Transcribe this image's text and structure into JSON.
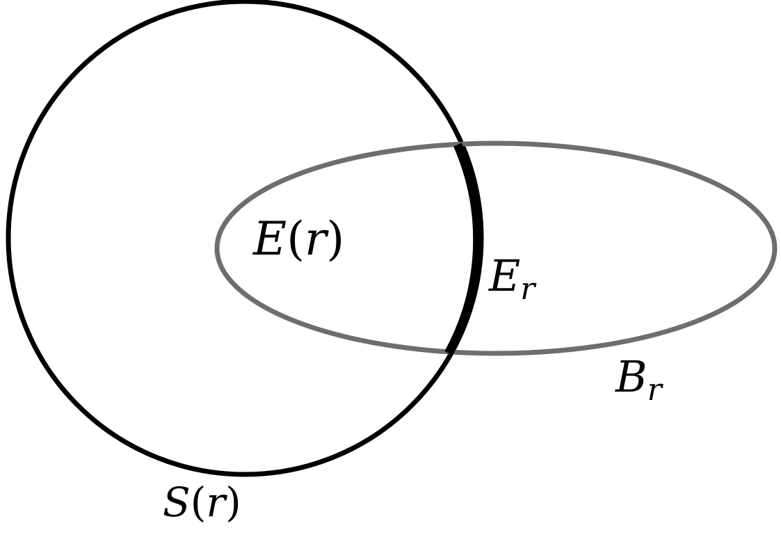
{
  "labels": {
    "inner_region": {
      "main": "E",
      "open": "(",
      "arg": "r",
      "close": ")"
    },
    "boundary_arc": {
      "main": "E",
      "sub": "r"
    },
    "ellipse": {
      "main": "B",
      "sub": "r"
    },
    "circle": {
      "main": "S",
      "open": "(",
      "arg": "r",
      "close": ")"
    }
  },
  "colors": {
    "circle_stroke": "#000000",
    "ellipse_stroke": "#6e6e6e",
    "arc_stroke": "#000000",
    "background": "#ffffff"
  }
}
